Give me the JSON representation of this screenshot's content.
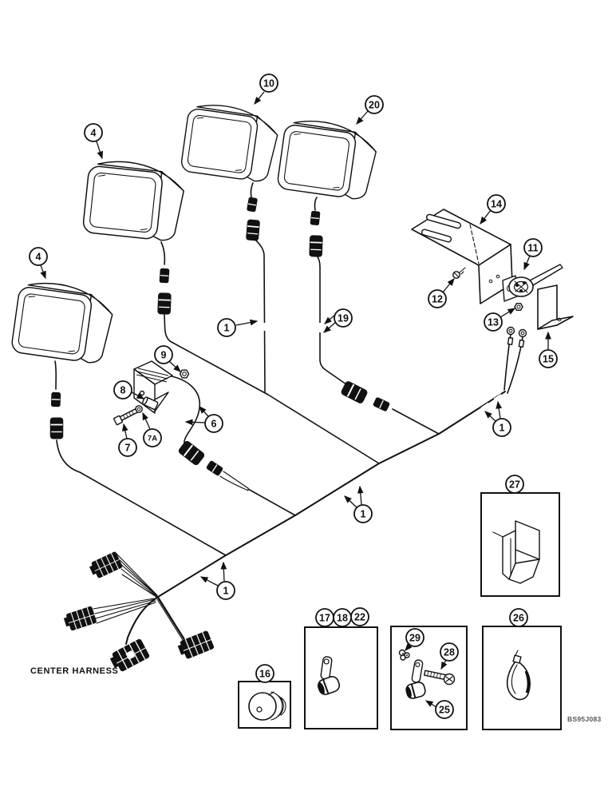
{
  "figure": {
    "harness_label": "CENTER HARNESS",
    "image_code": "BS95J083"
  },
  "callouts": {
    "lamp4_upper": "4",
    "lamp10": "10",
    "lamp20": "20",
    "lamp4_left": "4",
    "bracket14": "14",
    "switch11": "11",
    "screw12": "12",
    "nut13": "13",
    "bracket15": "15",
    "nut9": "9",
    "spacer8": "8",
    "bolt7": "7",
    "washer7A": "7A",
    "wire6": "6",
    "wire1_mid": "1",
    "wire19": "19",
    "harness1_right": "1",
    "harness1_center": "1",
    "harness1_lower": "1",
    "box27": "27",
    "box16": "16",
    "box17": "17",
    "box18": "18",
    "box22": "22",
    "box29": "29",
    "bolt28": "28",
    "clamp25": "25",
    "box26": "26"
  }
}
